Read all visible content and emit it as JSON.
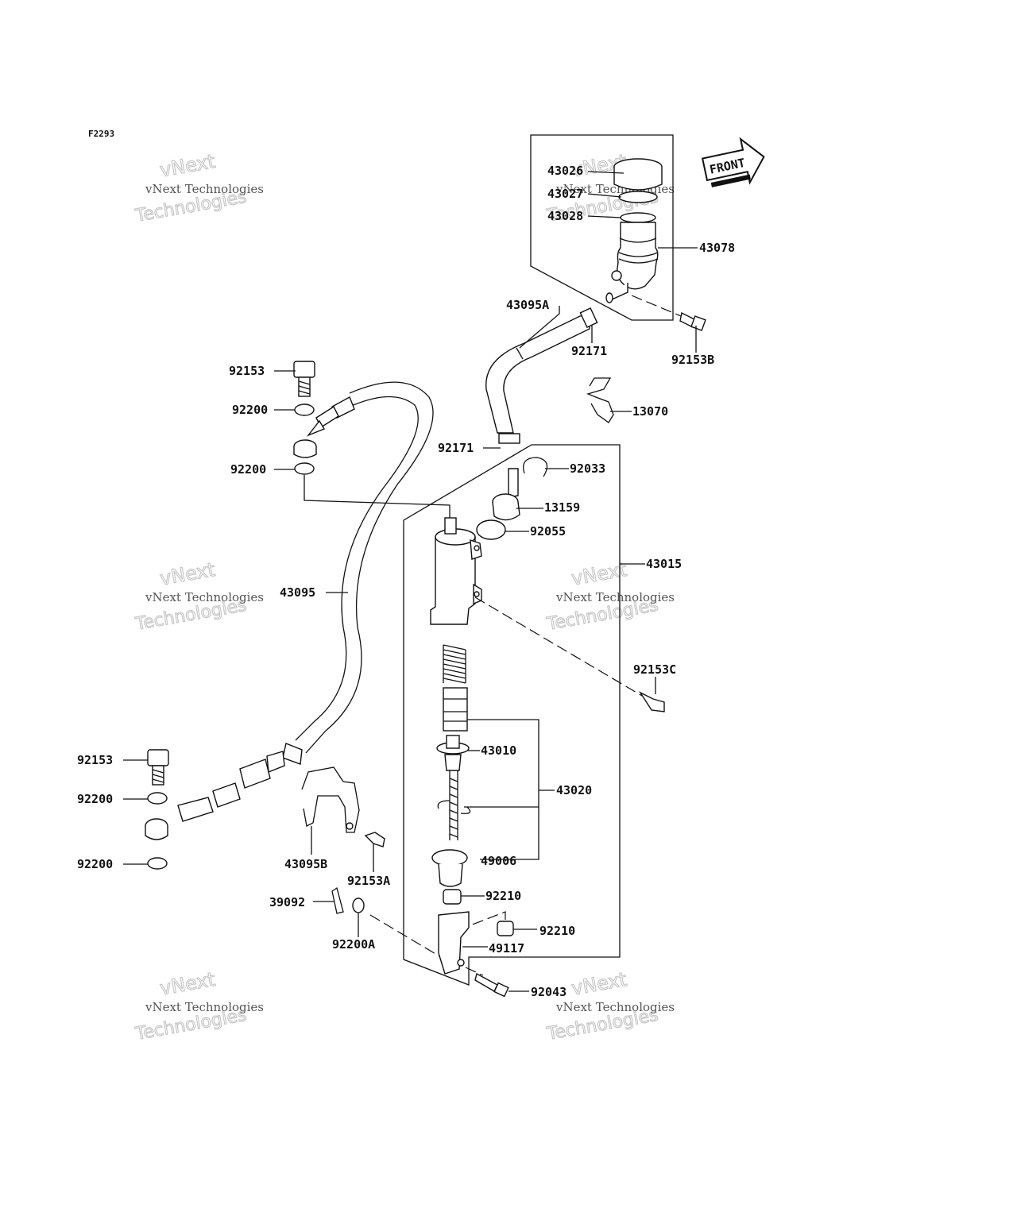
{
  "diagram_code": "F2293",
  "front_badge": "FRONT",
  "watermark": {
    "line1": "vNext",
    "line2": "vNext Technologies",
    "line3": "Technologies"
  },
  "parts": {
    "p43026": "43026",
    "p43027": "43027",
    "p43028": "43028",
    "p43078": "43078",
    "p43095A": "43095A",
    "p92171_top": "92171",
    "p92153B": "92153B",
    "p13070": "13070",
    "p92153_top": "92153",
    "p92200_a": "92200",
    "p92200_b": "92200",
    "p92171_bottom": "92171",
    "p92033": "92033",
    "p13159": "13159",
    "p92055": "92055",
    "p43015": "43015",
    "p43095": "43095",
    "p92153C": "92153C",
    "p92153_bottom": "92153",
    "p43010": "43010",
    "p92200_c": "92200",
    "p43020": "43020",
    "p43095B": "43095B",
    "p49006": "49006",
    "p92200_d": "92200",
    "p92153A": "92153A",
    "p92210_a": "92210",
    "p39092": "39092",
    "p92210_b": "92210",
    "p49117": "49117",
    "p92200A": "92200A",
    "p92043": "92043"
  }
}
